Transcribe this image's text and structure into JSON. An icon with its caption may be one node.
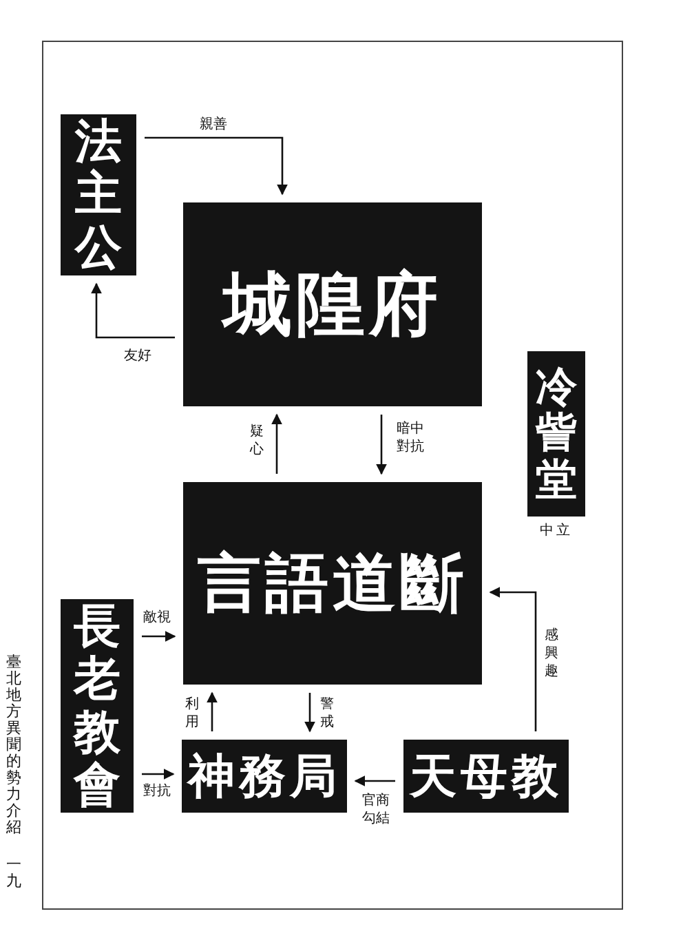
{
  "diagram": {
    "nodes": [
      {
        "text": [
          "法主公"
        ]
      },
      {
        "text": [
          "城隍府"
        ]
      },
      {
        "text": [
          "冷訾堂"
        ],
        "beside": [
          "中立"
        ]
      },
      {
        "text": [
          "言語道斷"
        ]
      },
      {
        "text": [
          "長老教會"
        ]
      },
      {
        "text": [
          "神務局"
        ]
      },
      {
        "text": [
          "天母教"
        ]
      }
    ],
    "edges": [
      {
        "from": 0,
        "to": 1,
        "arrow": "to",
        "label": "親善"
      },
      {
        "from": 1,
        "to": 0,
        "arrow": "to",
        "label": "友好"
      },
      {
        "from": 3,
        "to": 1,
        "arrow": "to",
        "label": "疑心"
      },
      {
        "from": 1,
        "to": 3,
        "arrow": "to",
        "label": "暗中對抗"
      },
      {
        "from": 4,
        "to": 3,
        "arrow": "to",
        "label": "敵視"
      },
      {
        "from": 4,
        "to": 5,
        "arrow": "to",
        "label": "對抗"
      },
      {
        "from": 5,
        "to": 3,
        "arrow": "to",
        "label": "利用"
      },
      {
        "from": 3,
        "to": 5,
        "arrow": "to",
        "label": "警戒"
      },
      {
        "from": 6,
        "to": 5,
        "arrow": "to",
        "label": "官商勾結"
      },
      {
        "from": 6,
        "to": 3,
        "arrow": "to",
        "label": "感興趣"
      }
    ],
    "labels": [
      "臺北地方異聞的勢力介紹",
      "一九"
    ]
  }
}
